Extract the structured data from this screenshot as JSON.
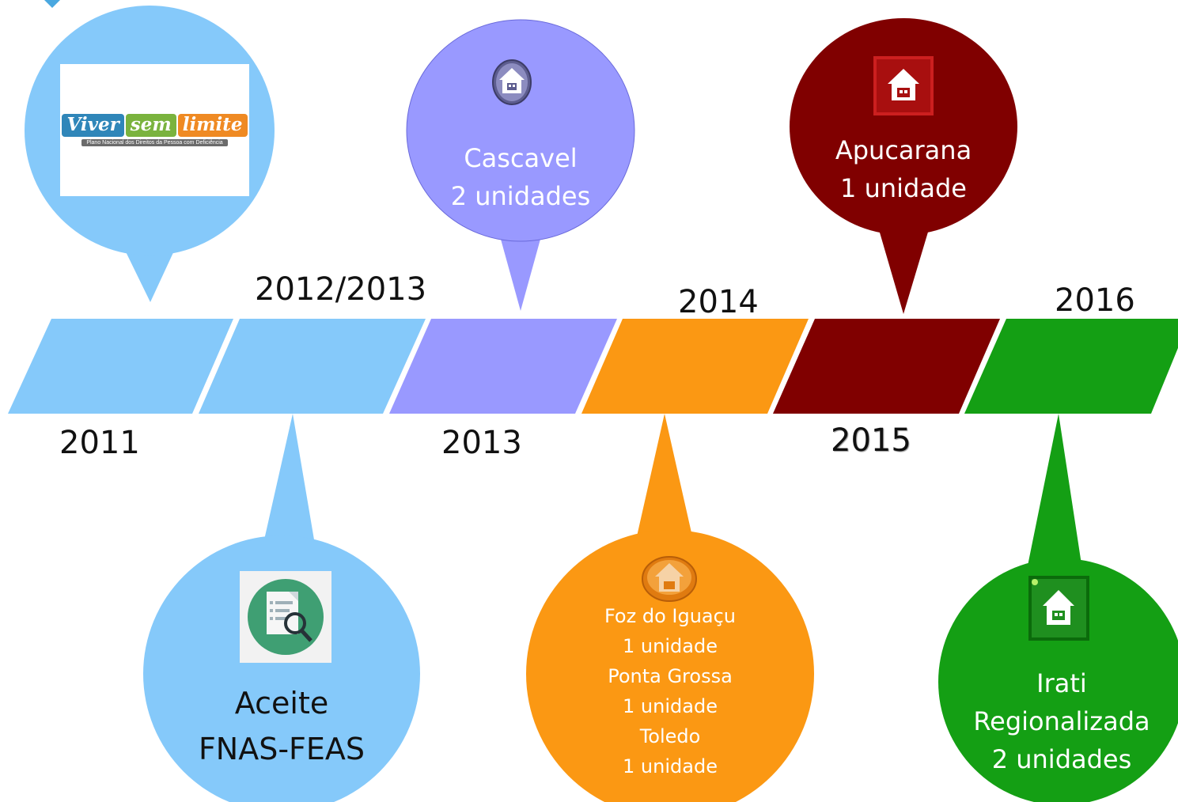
{
  "timeline": {
    "segments": [
      {
        "id": "2011",
        "color": "#85C9FA"
      },
      {
        "id": "2012-2013",
        "color": "#85C9FA"
      },
      {
        "id": "2013",
        "color": "#9999FF"
      },
      {
        "id": "2014",
        "color": "#FB9813"
      },
      {
        "id": "2015",
        "color": "#800000"
      },
      {
        "id": "2016",
        "color": "#149F14"
      }
    ],
    "years": {
      "y2011": "2011",
      "y2012_2013": "2012/2013",
      "y2013": "2013",
      "y2014": "2014",
      "y2015": "2015",
      "y2016": "2016"
    }
  },
  "bubbles": {
    "viver": {
      "color": "#85C9FA",
      "logo": {
        "word1": "Viver",
        "word2": "sem",
        "word3": "limite",
        "subtitle": "Plano Nacional dos Direitos da Pessoa com Deficiência"
      }
    },
    "aceite": {
      "color": "#85C9FA",
      "icon": "document-search-icon",
      "line1": "Aceite",
      "line2": "FNAS-FEAS"
    },
    "cascavel": {
      "color": "#9999FF",
      "icon": "house-icon",
      "line1": "Cascavel",
      "line2": "2 unidades"
    },
    "foz": {
      "color": "#FB9813",
      "icon": "house-icon",
      "lines": [
        "Foz do Iguaçu",
        "1 unidade",
        "Ponta Grossa",
        "1 unidade",
        "Toledo",
        "1 unidade"
      ]
    },
    "apucarana": {
      "color": "#800000",
      "icon": "house-icon",
      "line1": "Apucarana",
      "line2": "1 unidade"
    },
    "irati": {
      "color": "#149F14",
      "icon": "house-icon",
      "line1": "Irati",
      "line2": "Regionalizada",
      "line3": "2 unidades"
    }
  }
}
